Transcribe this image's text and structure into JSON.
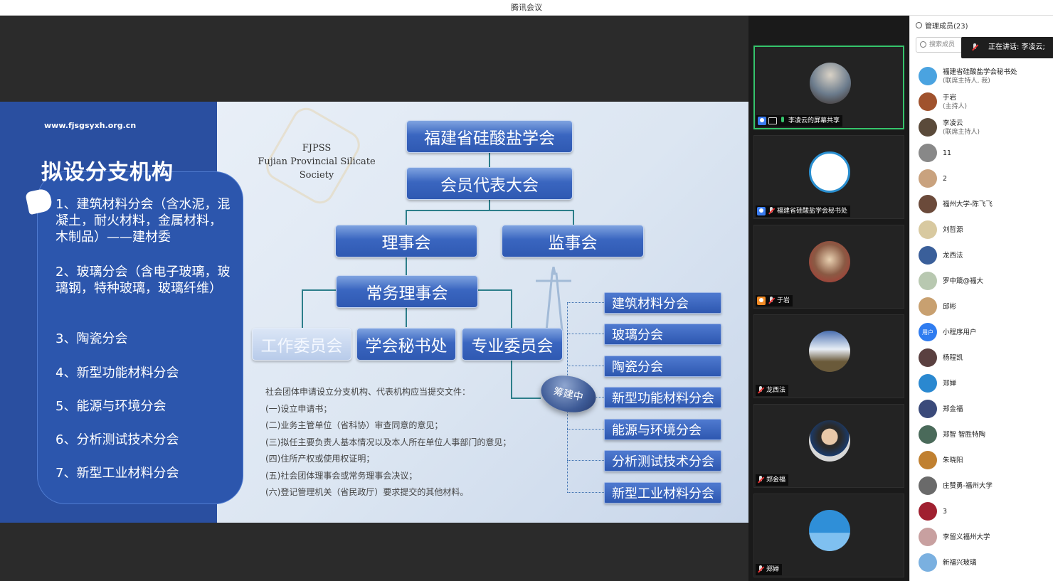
{
  "window": {
    "title": "腾讯会议"
  },
  "slide": {
    "url": "www.fjsgsyxh.org.cn",
    "title": "拟设分支机构",
    "left_items": [
      "1、建筑材料分会（含水泥，混凝土，耐火材料，金属材料，木制品）——建材委",
      "2、玻璃分会（含电子玻璃，玻璃钢，特种玻璃，玻璃纤维）",
      "3、陶瓷分会",
      "4、新型功能材料分会",
      "5、能源与环境分会",
      "6、分析测试技术分会",
      "7、新型工业材料分会"
    ],
    "logo_abbr": "FJPSS",
    "logo_name": "Fujian Provincial Silicate Society",
    "org": {
      "top": "福建省硅酸盐学会",
      "assembly": "会员代表大会",
      "council": "理事会",
      "supervisors": "监事会",
      "standing": "常务理事会",
      "work_committee": "工作委员会",
      "secretariat": "学会秘书处",
      "special_committee": "专业委员会",
      "badge": "筹建中",
      "branches": [
        "建筑材料分会",
        "玻璃分会",
        "陶瓷分会",
        "新型功能材料分会",
        "能源与环境分会",
        "分析测试技术分会",
        "新型工业材料分会"
      ]
    },
    "requirements": [
      "社会团体申请设立分支机构、代表机构应当提交文件：",
      "(一)设立申请书；",
      "(二)业务主管单位（省科协）审查同意的意见；",
      "(三)拟任主要负责人基本情况以及本人所在单位人事部门的意见；",
      "(四)住所产权或使用权证明；",
      "(五)社会团体理事会或常务理事会决议；",
      "(六)登记管理机关（省民政厅）要求提交的其他材料。"
    ]
  },
  "gallery": {
    "tiles": [
      {
        "name": "李凌云的屏幕共享",
        "avatar_color": "#6b7b8c"
      },
      {
        "name": "福建省硅酸盐学会秘书处",
        "avatar_color": "#ffffff"
      },
      {
        "name": "于岩",
        "avatar_color": "#8a5a44"
      },
      {
        "name": "龙西法",
        "avatar_color": "#5b7fb8"
      },
      {
        "name": "郑金福",
        "avatar_color": "#d8d8d8"
      },
      {
        "name": "郑婵",
        "avatar_color": "#2f8fd8"
      }
    ]
  },
  "panel": {
    "title": "管理成员(23)",
    "search_placeholder": "搜索成员",
    "speaking_label": "正在讲话: 李凌云;",
    "members": [
      {
        "name": "福建省硅酸盐学会秘书处",
        "role": "(联席主持人, 我)",
        "color": "#4aa3e0"
      },
      {
        "name": "于岩",
        "role": "(主持人)",
        "color": "#a0522d"
      },
      {
        "name": "李凌云",
        "role": "(联席主持人)",
        "color": "#5a4a3a"
      },
      {
        "name": "11",
        "role": "",
        "color": "#888888"
      },
      {
        "name": "2",
        "role": "",
        "color": "#c9a27e"
      },
      {
        "name": "福州大学-陈飞飞",
        "role": "",
        "color": "#6b4a3a"
      },
      {
        "name": "刘哲源",
        "role": "",
        "color": "#d8c9a0"
      },
      {
        "name": "龙西法",
        "role": "",
        "color": "#3a5f9a"
      },
      {
        "name": "罗中箴@福大",
        "role": "",
        "color": "#b8c8b0"
      },
      {
        "name": "邱彬",
        "role": "",
        "color": "#c8a070"
      },
      {
        "name": "小程序用户",
        "role": "",
        "color": "#2f7cf0",
        "badge": "用户"
      },
      {
        "name": "杨程凯",
        "role": "",
        "color": "#5a4040"
      },
      {
        "name": "郑婵",
        "role": "",
        "color": "#2a88d0"
      },
      {
        "name": "郑金福",
        "role": "",
        "color": "#3a4a7a"
      },
      {
        "name": "郑智 智胜特陶",
        "role": "",
        "color": "#4a6a5a"
      },
      {
        "name": "朱晓阳",
        "role": "",
        "color": "#c08030"
      },
      {
        "name": "庄赞勇-福州大学",
        "role": "",
        "color": "#6a6a6a"
      },
      {
        "name": "3",
        "role": "",
        "color": "#a02030"
      },
      {
        "name": "李留义福州大学",
        "role": "",
        "color": "#c8a0a0"
      },
      {
        "name": "新福兴玻璃",
        "role": "",
        "color": "#7ab0e0"
      }
    ]
  }
}
